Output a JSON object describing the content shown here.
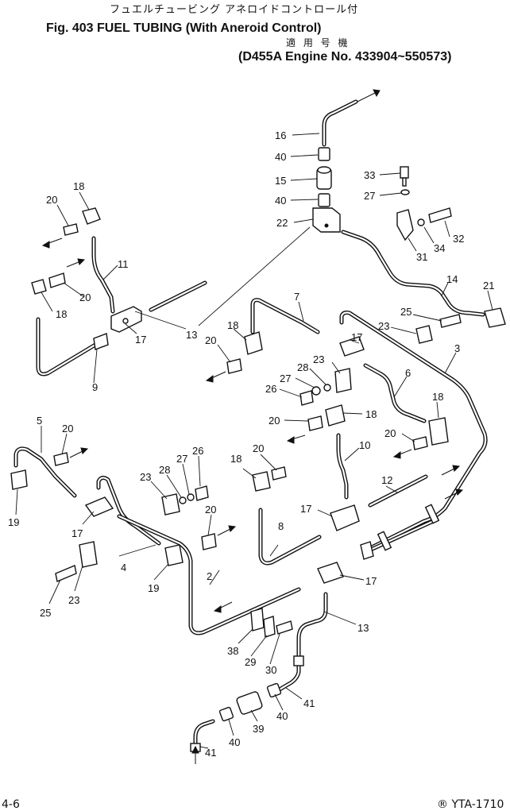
{
  "header": {
    "jp_title": "フュエルチュービング アネロイドコントロール付",
    "fig_title": "Fig. 403   FUEL TUBING (With Aneroid Control)",
    "jp_model": "適 用 号 機",
    "model_line": "(D455A Engine No. 433904~550573)"
  },
  "footer": {
    "page": "4-6",
    "code": "® YTA-1710"
  },
  "labels": [
    {
      "id": "l16",
      "text": "16"
    },
    {
      "id": "l40a",
      "text": "40"
    },
    {
      "id": "l15",
      "text": "15"
    },
    {
      "id": "l40b",
      "text": "40"
    },
    {
      "id": "l22",
      "text": "22"
    },
    {
      "id": "l33",
      "text": "33"
    },
    {
      "id": "l27a",
      "text": "27"
    },
    {
      "id": "l32",
      "text": "32"
    },
    {
      "id": "l34",
      "text": "34"
    },
    {
      "id": "l31",
      "text": "31"
    },
    {
      "id": "l20a",
      "text": "20"
    },
    {
      "id": "l18a",
      "text": "18"
    },
    {
      "id": "l11",
      "text": "11"
    },
    {
      "id": "l20b",
      "text": "20"
    },
    {
      "id": "l18b",
      "text": "18"
    },
    {
      "id": "l13a",
      "text": "13"
    },
    {
      "id": "l17a",
      "text": "17"
    },
    {
      "id": "l9",
      "text": "9"
    },
    {
      "id": "l7",
      "text": "7"
    },
    {
      "id": "l18c",
      "text": "18"
    },
    {
      "id": "l20c",
      "text": "20"
    },
    {
      "id": "l14",
      "text": "14"
    },
    {
      "id": "l21",
      "text": "21"
    },
    {
      "id": "l25a",
      "text": "25"
    },
    {
      "id": "l23a",
      "text": "23"
    },
    {
      "id": "l17b",
      "text": "17"
    },
    {
      "id": "l3",
      "text": "3"
    },
    {
      "id": "l23b",
      "text": "23"
    },
    {
      "id": "l28a",
      "text": "28"
    },
    {
      "id": "l27b",
      "text": "27"
    },
    {
      "id": "l26a",
      "text": "26"
    },
    {
      "id": "l6",
      "text": "6"
    },
    {
      "id": "l18d",
      "text": "18"
    },
    {
      "id": "l20d",
      "text": "20"
    },
    {
      "id": "l18e",
      "text": "18"
    },
    {
      "id": "l20e",
      "text": "20"
    },
    {
      "id": "l10",
      "text": "10"
    },
    {
      "id": "l5",
      "text": "5"
    },
    {
      "id": "l20f",
      "text": "20"
    },
    {
      "id": "l19a",
      "text": "19"
    },
    {
      "id": "l23c",
      "text": "23"
    },
    {
      "id": "l28b",
      "text": "28"
    },
    {
      "id": "l27c",
      "text": "27"
    },
    {
      "id": "l26b",
      "text": "26"
    },
    {
      "id": "l18f",
      "text": "18"
    },
    {
      "id": "l20g",
      "text": "20"
    },
    {
      "id": "l12",
      "text": "12"
    },
    {
      "id": "l17c",
      "text": "17"
    },
    {
      "id": "l8",
      "text": "8"
    },
    {
      "id": "l20h",
      "text": "20"
    },
    {
      "id": "l17d",
      "text": "17"
    },
    {
      "id": "l4",
      "text": "4"
    },
    {
      "id": "l19b",
      "text": "19"
    },
    {
      "id": "l25b",
      "text": "25"
    },
    {
      "id": "l23d",
      "text": "23"
    },
    {
      "id": "l2",
      "text": "2"
    },
    {
      "id": "l17e",
      "text": "17"
    },
    {
      "id": "l13b",
      "text": "13"
    },
    {
      "id": "l38",
      "text": "38"
    },
    {
      "id": "l29",
      "text": "29"
    },
    {
      "id": "l30",
      "text": "30"
    },
    {
      "id": "l41a",
      "text": "41"
    },
    {
      "id": "l40c",
      "text": "40"
    },
    {
      "id": "l39",
      "text": "39"
    },
    {
      "id": "l40d",
      "text": "40"
    },
    {
      "id": "l41b",
      "text": "41"
    }
  ]
}
